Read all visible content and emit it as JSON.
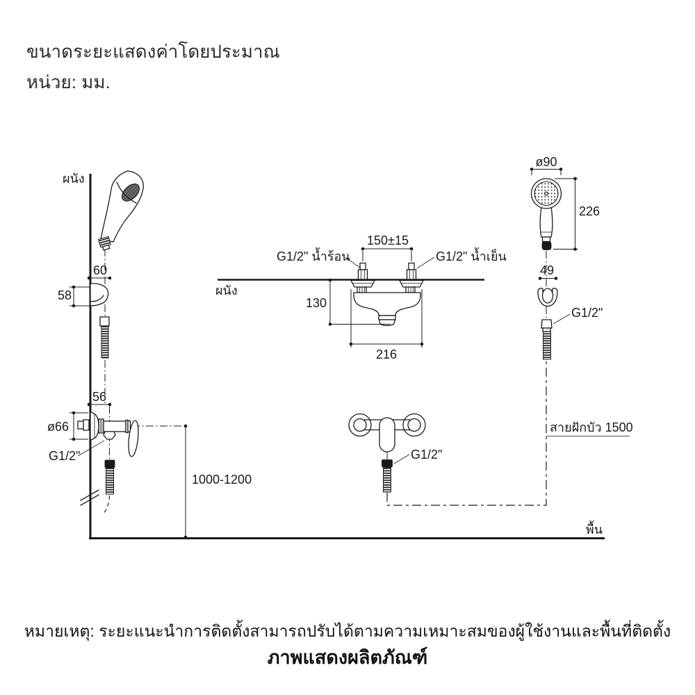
{
  "header": {
    "title": "ขนาดระยะแสดงค่าโดยประมาณ",
    "unit": "หน่วย: มม."
  },
  "footer": {
    "note": "หมายเหตุ: ระยะแนะนำการติดตั้งสามารถปรับได้ตามความเหมาะสมของผู้ใช้งานและพื้นที่ติดตั้ง",
    "caption": "ภาพแสดงผลิตภัณฑ์"
  },
  "labels": {
    "wall_side": "ผนัง",
    "wall_top": "ผนัง",
    "floor": "พื้น",
    "hot_inlet": "G1/2\" น้ำร้อน",
    "cold_inlet": "G1/2\" น้ำเย็น",
    "outlet_side": "G1/2\"",
    "outlet_front": "G1/2\"",
    "hose_connection": "G1/2\"",
    "hose": "สายฝักบัว 1500"
  },
  "dims": {
    "hook_offset": "60",
    "bracket_height": "58",
    "valve_offset": "56",
    "escutcheon_dia": "ø66",
    "install_height": "1000-1200",
    "inlet_spacing": "150±15",
    "valve_depth": "130",
    "valve_width": "216",
    "head_dia": "ø90",
    "handshower_length": "226",
    "bracket_width": "49"
  }
}
